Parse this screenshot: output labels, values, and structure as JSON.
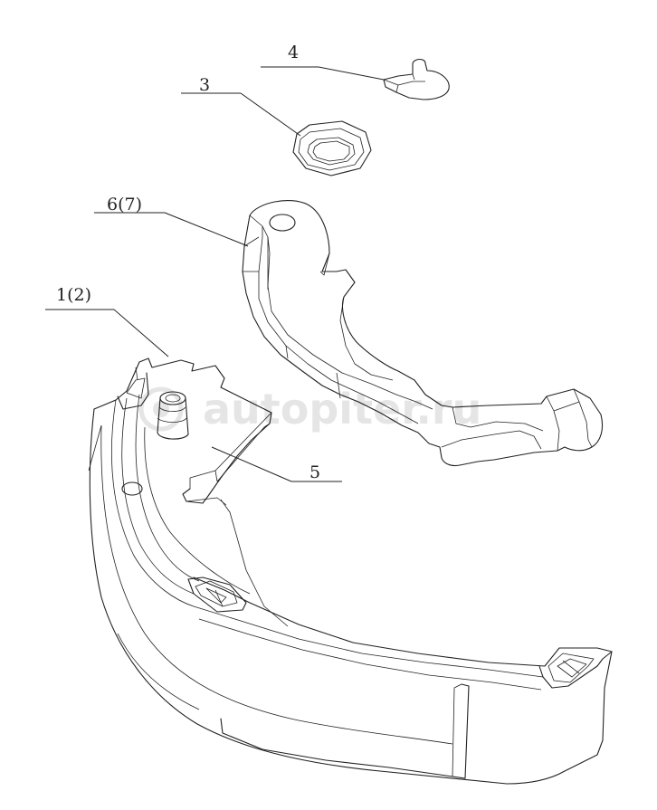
{
  "labels": {
    "part1": "1(2)",
    "part3": "3",
    "part4": "4",
    "part5": "5",
    "part6": "6(7)"
  },
  "watermark": "autopiter.ru",
  "colors": {
    "line": "#222222",
    "background": "#ffffff"
  }
}
